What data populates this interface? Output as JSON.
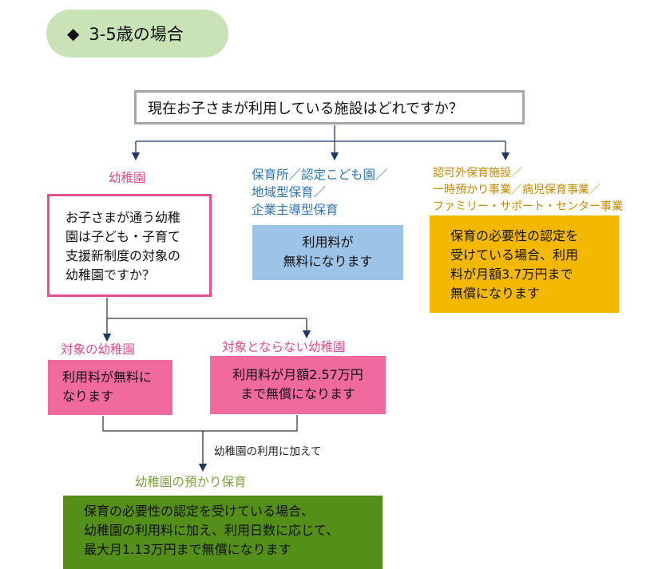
{
  "title": {
    "icon": "diamond-icon",
    "symbol": "◆",
    "text": "3-5歳の場合"
  },
  "question": "現在お子さまが利用している施設はどれですか？",
  "branches": {
    "kindergarten": {
      "label": "幼稚園",
      "question_lines": [
        "お子さまが通う幼稚",
        "園は子ども・子育て",
        "支援新制度の対象の",
        "幼稚園ですか？"
      ],
      "covered": {
        "label": "対象の幼稚園",
        "result_lines": [
          "利用料が無料に",
          "なります"
        ]
      },
      "not_covered": {
        "label": "対象とならない幼稚園",
        "result_lines": [
          "利用料が月額2.57万円",
          "まで無償になります"
        ]
      },
      "extra_note": "幼稚園の利用に加えて",
      "extra_care": {
        "label": "幼稚園の預かり保育",
        "result_lines": [
          "保育の必要性の認定を受けている場合、",
          "幼稚園の利用料に加え、利用日数に応じて、",
          "最大月1.13万円まで無償になります"
        ]
      }
    },
    "nursery": {
      "label_lines": [
        "保育所／認定こども園／",
        "地域型保育／",
        "企業主導型保育"
      ],
      "result_lines": [
        "利用料が",
        "無料になります"
      ]
    },
    "unlicensed": {
      "label_lines": [
        "認可外保育施設／",
        "一時預かり事業／病児保育事業／",
        "ファミリー・サポート・センター事業"
      ],
      "result_lines": [
        "保育の必要性の認定を",
        "受けている場合、利用",
        "料が月額3.7万円まで",
        "無償になります"
      ]
    }
  },
  "colors": {
    "title_bg": "#c9e2b6",
    "pink_border": "#e2508f",
    "pink_fill": "#f16a9c",
    "blue_fill": "#9dc3e6",
    "orange_fill": "#f5b800",
    "green_fill": "#548f1a",
    "arrow": "#1f3864"
  }
}
